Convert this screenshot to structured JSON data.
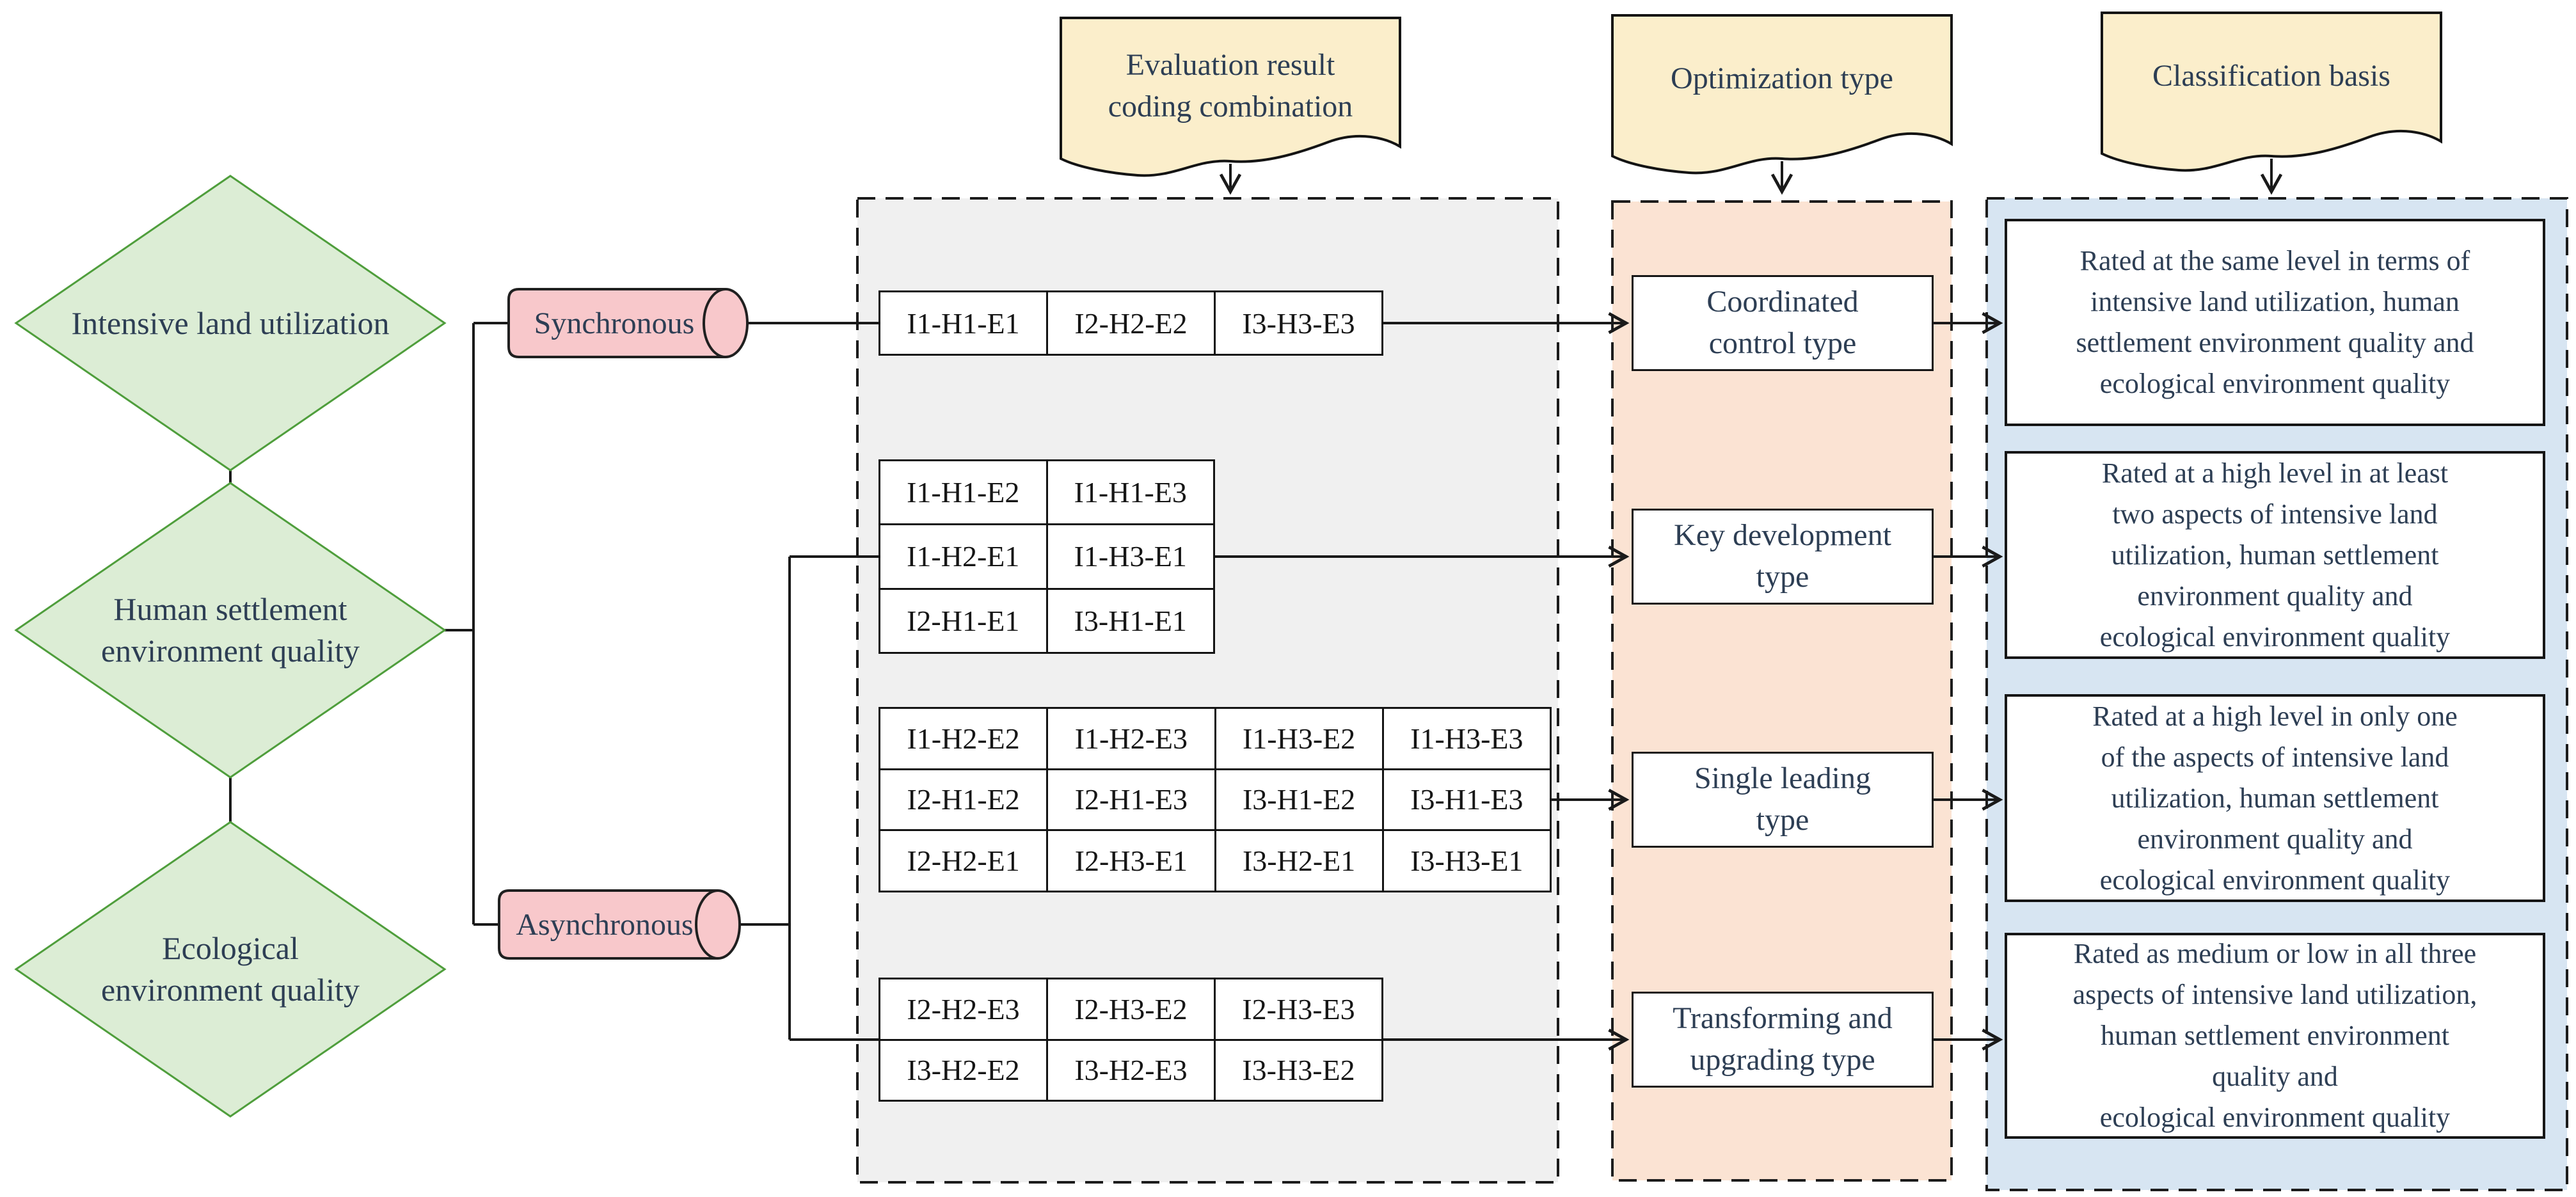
{
  "palette": {
    "diamond_fill": "#dcedd5",
    "diamond_stroke": "#4f9e3c",
    "cylinder_fill": "#f8c8cb",
    "banner_fill": "#fbeecb",
    "panel_gray": "#f0f0f0",
    "panel_orange": "#fbe3d3",
    "panel_blue": "#d7e5f2",
    "line_color": "#1a1a1a",
    "text_color": "#2d3e54"
  },
  "diamonds": [
    {
      "label": "Intensive land utilization"
    },
    {
      "label": "Human settlement\nenvironment quality"
    },
    {
      "label": "Ecological\nenvironment quality"
    }
  ],
  "cylinders": [
    {
      "label": "Synchronous"
    },
    {
      "label": "Asynchronous"
    }
  ],
  "banners": [
    {
      "label": "Evaluation result\ncoding combination"
    },
    {
      "label": "Optimization type"
    },
    {
      "label": "Classification basis"
    }
  ],
  "code_groups": [
    {
      "name": "synchronous-codes",
      "cols": 3,
      "cells": [
        "I1-H1-E1",
        "I2-H2-E2",
        "I3-H3-E3"
      ]
    },
    {
      "name": "key-development-codes",
      "cols": 2,
      "cells": [
        "I1-H1-E2",
        "I1-H1-E3",
        "I1-H2-E1",
        "I1-H3-E1",
        "I2-H1-E1",
        "I3-H1-E1"
      ]
    },
    {
      "name": "single-leading-codes",
      "cols": 4,
      "cells": [
        "I1-H2-E2",
        "I1-H2-E3",
        "I1-H3-E2",
        "I1-H3-E3",
        "I2-H1-E2",
        "I2-H1-E3",
        "I3-H1-E2",
        "I3-H1-E3",
        "I2-H2-E1",
        "I2-H3-E1",
        "I3-H2-E1",
        "I3-H3-E1"
      ]
    },
    {
      "name": "transforming-codes",
      "cols": 3,
      "cells": [
        "I2-H2-E3",
        "I2-H3-E2",
        "I2-H3-E3",
        "I3-H2-E2",
        "I3-H2-E3",
        "I3-H3-E2"
      ]
    }
  ],
  "optimization_types": [
    {
      "label": "Coordinated\ncontrol type"
    },
    {
      "label": "Key development\ntype"
    },
    {
      "label": "Single leading\ntype"
    },
    {
      "label": "Transforming and\nupgrading type"
    }
  ],
  "classification_basis": [
    {
      "text": "Rated at the same level in terms of\nintensive land utilization, human\nsettlement environment quality and\necological environment quality"
    },
    {
      "text": "Rated at a high level in at least\ntwo aspects of intensive land\nutilization, human settlement\nenvironment quality and\necological environment quality"
    },
    {
      "text": "Rated at a high level in only one\nof the aspects of intensive land\nutilization, human settlement\nenvironment quality and\necological environment quality"
    },
    {
      "text": "Rated as medium or low in all three\naspects of intensive land utilization,\nhuman settlement environment\nquality and\necological environment quality"
    }
  ]
}
